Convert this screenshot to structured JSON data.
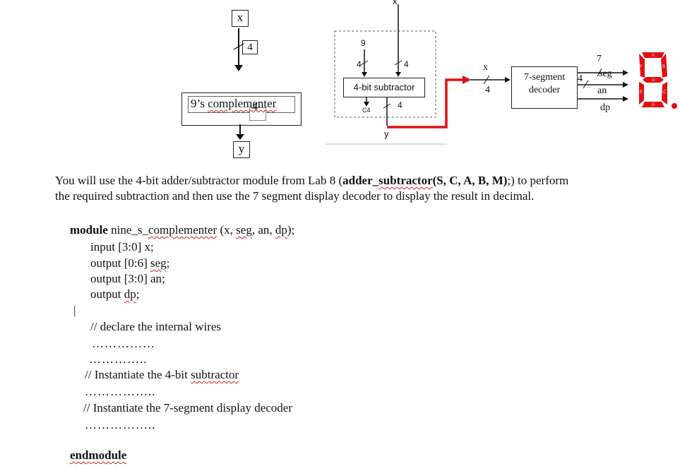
{
  "left_diagram": {
    "input_label": "x",
    "bus_width": "4",
    "block_label_pre": "9’s ",
    "block_label_squig": "complementer",
    "overlap_label": "4",
    "output_label": "y"
  },
  "right_diagram": {
    "top_input": "x",
    "const_input": "9",
    "bus_a_width": "4",
    "bus_b_width": "4",
    "subtractor_label": "4-bit subtractor",
    "carry_label": "C4",
    "out_width": "4",
    "out_label": "y",
    "dec_in_label": "x",
    "dec_in_width": "4",
    "decoder_label_1": "7-segment",
    "decoder_label_2": "decoder",
    "seg_width": "7",
    "seg_label": "seg",
    "an_width": "4",
    "an_label": "an",
    "dp_label": "dp",
    "segment_letters": [
      "A",
      "B",
      "C",
      "D",
      "E",
      "F",
      "G"
    ],
    "display_color": "#e01010"
  },
  "paragraph": {
    "line1_pre": "You will use the 4-bit adder/subtractor module from Lab 8 (",
    "line1_code": "adder_",
    "line1_code_squig": "subtractor",
    "line1_args": "(S, C, A, B, M)",
    "line1_post": ";) to perform",
    "line2": "the required subtraction and then use the 7 segment display decoder to display the result in decimal."
  },
  "code": {
    "module_kw": "module",
    "module_name_pre": " nine_s_",
    "module_name_squig": "complementer",
    "module_args_pre": " (x, ",
    "arg_seg": "seg",
    "arg_mid": ", an, ",
    "arg_dp": "dp",
    "module_args_post": ");",
    "input_line": "input [3:0] x;",
    "output_seg_pre": "output  [0:6] ",
    "output_seg_squig": "seg",
    "output_seg_post": ";",
    "output_an": "output [3:0] an;",
    "output_dp_pre": "output ",
    "output_dp_squig": "dp",
    "output_dp_post": ";",
    "cursor": "|",
    "comment_wires": "// declare the internal wires",
    "dots_1": "……………",
    "dots_2": "…………..",
    "comment_sub_pre": "// Instantiate the 4-bit ",
    "comment_sub_squig": "subtractor",
    "dots_3": "……………..",
    "comment_dec": "// Instantiate the 7-segment display decoder",
    "dots_4": "……………..",
    "endmodule": "endmodule"
  }
}
